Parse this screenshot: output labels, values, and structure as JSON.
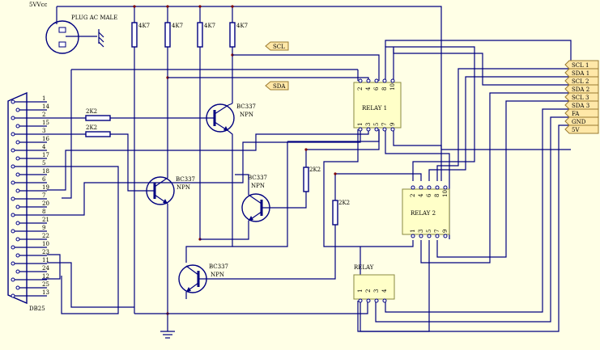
{
  "labels": {
    "vcc": "5VVcc",
    "plug": "PLUG AC MALE",
    "db25": "DB25",
    "relay1": "RELAY 1",
    "relay2": "RELAY 2",
    "relay": "RELAY",
    "r47a": "4K7",
    "r47b": "4K7",
    "r47c": "4K7",
    "r47d": "4K7",
    "r2k2a": "2K2",
    "r2k2b": "2K2",
    "r2k2c": "2K2",
    "r2k2d": "2K2",
    "q1": "BC337",
    "q1t": "NPN",
    "q2": "BC337",
    "q2t": "NPN",
    "q3": "BC337",
    "q3t": "NPN",
    "q4": "BC337",
    "q4t": "NPN"
  },
  "flags_left": [
    "SCL",
    "SDA"
  ],
  "connectors": [
    "SCL 1",
    "SDA 1",
    "SCL 2",
    "SDA 2",
    "SCL 3",
    "SDA 3",
    "FA",
    "GND",
    "5V"
  ],
  "db25_pins": [
    "1",
    "14",
    "2",
    "15",
    "3",
    "16",
    "4",
    "17",
    "5",
    "18",
    "6",
    "19",
    "7",
    "20",
    "8",
    "21",
    "9",
    "22",
    "10",
    "23",
    "11",
    "24",
    "12",
    "25",
    "13"
  ],
  "relay_pins_top": [
    "2",
    "4",
    "6",
    "8",
    "10"
  ],
  "relay_pins_bottom": [
    "1",
    "3",
    "5",
    "7",
    "9"
  ],
  "relay_small_pins": [
    "1",
    "2",
    "3",
    "4"
  ]
}
